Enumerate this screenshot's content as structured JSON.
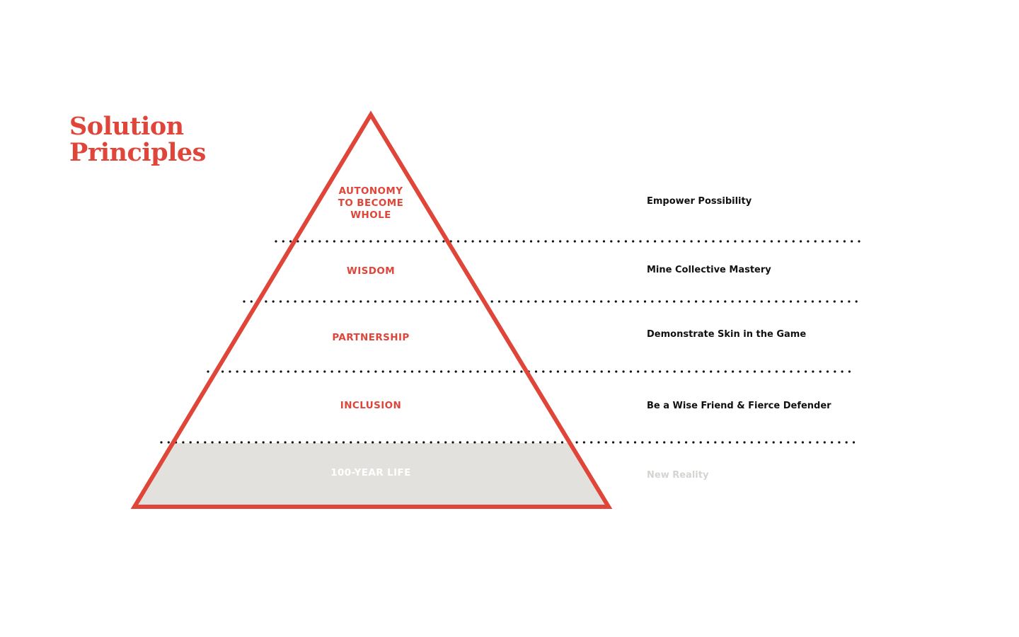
{
  "title": {
    "line1": "Solution",
    "line2": "Principles"
  },
  "colors": {
    "accent": "#e0453a",
    "text": "#111111",
    "base_fill": "#e3e1dd",
    "base_text": "#ffffff",
    "base_principle": "#d6d4d0",
    "dots": "#111111"
  },
  "tiers": [
    {
      "label_lines": [
        "AUTONOMY",
        "TO BECOME",
        "WHOLE"
      ],
      "principle": "Empower Possibility"
    },
    {
      "label_lines": [
        "WISDOM"
      ],
      "principle": "Mine Collective Mastery"
    },
    {
      "label_lines": [
        "PARTNERSHIP"
      ],
      "principle": "Demonstrate Skin in the Game"
    },
    {
      "label_lines": [
        "INCLUSION"
      ],
      "principle": "Be a Wise Friend & Fierce Defender"
    },
    {
      "label_lines": [
        "100-YEAR LIFE"
      ],
      "principle": "New Reality"
    }
  ]
}
